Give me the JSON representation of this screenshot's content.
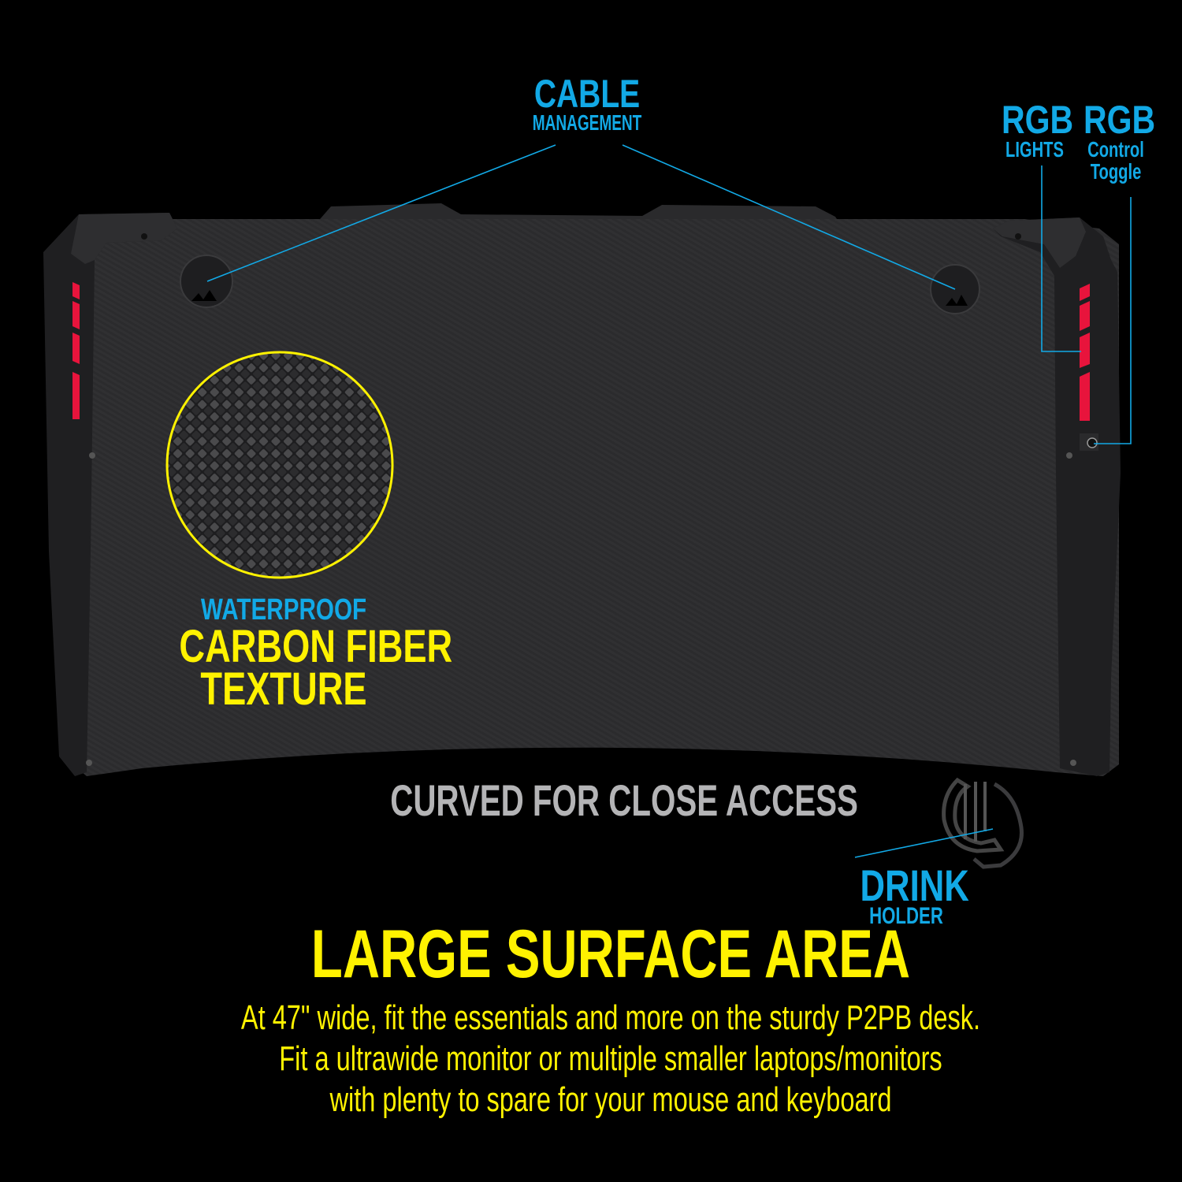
{
  "callouts": {
    "cable_management": {
      "title": "CABLE",
      "subtitle": "MANAGEMENT"
    },
    "rgb_lights": {
      "title": "RGB",
      "subtitle": "LIGHTS"
    },
    "rgb_control": {
      "title": "RGB",
      "subtitle_line1": "Control",
      "subtitle_line2": "Toggle"
    },
    "carbon_fiber": {
      "line1": "WATERPROOF",
      "line2": "CARBON FIBER",
      "line3": "TEXTURE"
    },
    "curved": {
      "label": "CURVED FOR CLOSE ACCESS"
    },
    "drink_holder": {
      "title": "DRINK",
      "subtitle": "HOLDER"
    }
  },
  "headline": "LARGE SURFACE AREA",
  "description": {
    "line1": "At 47\" wide, fit the essentials and more on the sturdy P2PB desk.",
    "line2": "Fit a ultrawide monitor or multiple smaller laptops/monitors",
    "line3": "with plenty to spare for your mouse and keyboard"
  },
  "colors": {
    "background": "#000000",
    "accent_blue": "#12a9e6",
    "accent_yellow": "#fff200",
    "rgb_red": "#e8143c",
    "desk_surface": "#2b2b2d",
    "label_gray": "#b4b4b6"
  }
}
